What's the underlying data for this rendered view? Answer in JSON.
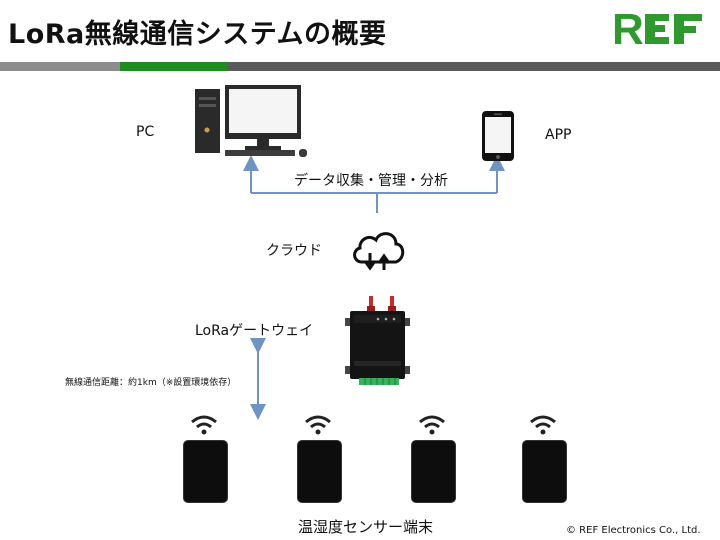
{
  "title": "LoRa無線通信システムの概要",
  "logo": {
    "text": "REF",
    "color": "#2e9a2e"
  },
  "header_bar_colors": {
    "left": "#8c8c8c",
    "accent": "#1e8c1e",
    "right": "#5a5a5a"
  },
  "nodes": {
    "pc": {
      "label": "PC",
      "icon": "desktop-computer-icon"
    },
    "app": {
      "label": "APP",
      "icon": "smartphone-icon"
    },
    "cloud": {
      "label": "クラウド",
      "icon": "cloud-sync-icon"
    },
    "gateway": {
      "label": "LoRaゲートウェイ",
      "icon": "gateway-device-icon"
    },
    "sensors": {
      "label": "温湿度センサー端末",
      "count": 4,
      "icon": "wifi-icon"
    }
  },
  "connection_label": "データ収集・管理・分析",
  "range_note": "無線通信距離：約1km（※設置環境依存）",
  "line_color": "#6f93c2",
  "copyright": "© REF Electronics Co., Ltd."
}
